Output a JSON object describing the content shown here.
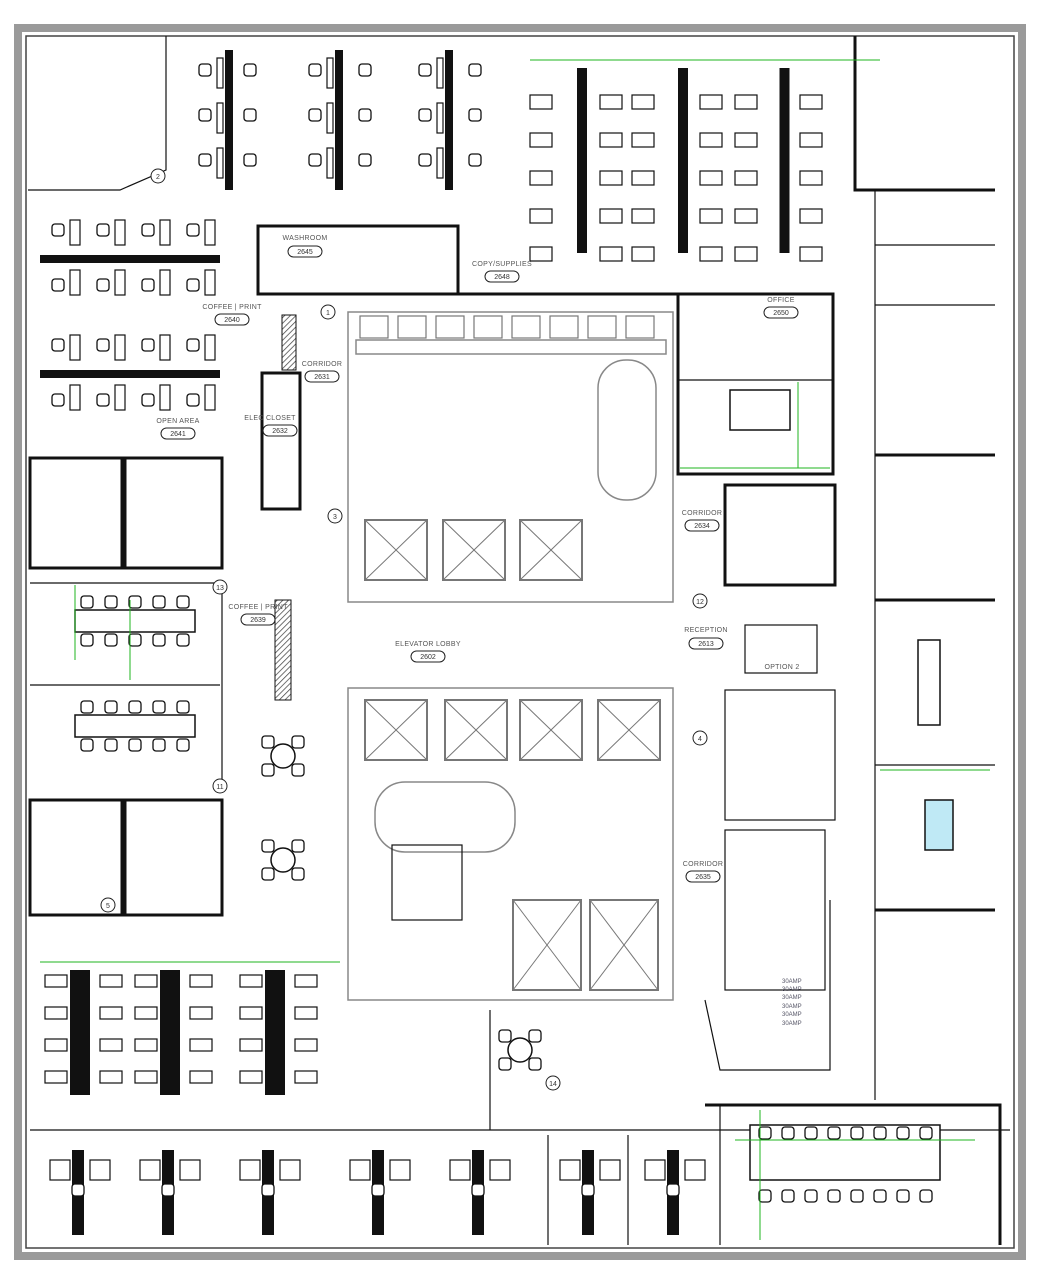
{
  "plan": {
    "rooms": [
      {
        "name": "WASHROOM",
        "number": "2645"
      },
      {
        "name": "COPY/SUPPLIES",
        "number": "2648"
      },
      {
        "name": "COFFEE | PRINT",
        "number": "2640"
      },
      {
        "name": "CORRIDOR",
        "number": "2631"
      },
      {
        "name": "ELEC CLOSET",
        "number": "2632"
      },
      {
        "name": "OPEN AREA",
        "number": "2641"
      },
      {
        "name": "COFFEE | PRINT",
        "number": "2639"
      },
      {
        "name": "ELEVATOR LOBBY",
        "number": "2602"
      },
      {
        "name": "OFFICE",
        "number": "2650"
      },
      {
        "name": "CORRIDOR",
        "number": "2634"
      },
      {
        "name": "RECEPTION",
        "number": "2613"
      },
      {
        "name": "CORRIDOR",
        "number": "2635"
      }
    ],
    "option_label": "OPTION 2",
    "amp_labels": [
      "30AMP",
      "30AMP",
      "30AMP",
      "30AMP",
      "30AMP",
      "30AMP"
    ],
    "door_tags": [
      "12",
      "13",
      "11",
      "14",
      "1",
      "2",
      "3",
      "4",
      "5"
    ],
    "colors": {
      "walls": "#111111",
      "core": "#888888",
      "dimensions": "#1fb51f",
      "frame": "#9a9a9a"
    }
  }
}
